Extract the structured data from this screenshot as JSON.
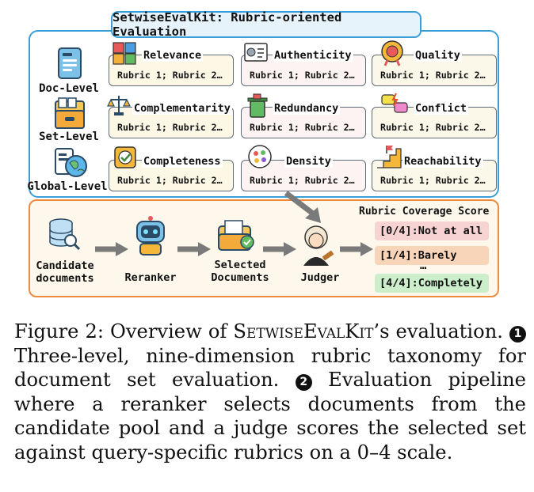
{
  "title": "SetwiseEvalKit: Rubric-oriented Evaluation",
  "levels": [
    {
      "label": "Doc-Level"
    },
    {
      "label": "Set-Level"
    },
    {
      "label": "Global-Level"
    }
  ],
  "dimensions": [
    {
      "name": "Relevance",
      "rubric": "Rubric 1; Rubric 2…",
      "icon": "puzzle-icon"
    },
    {
      "name": "Authenticity",
      "rubric": "Rubric 1; Rubric 2…",
      "icon": "certificate-icon"
    },
    {
      "name": "Quality",
      "rubric": "Rubric 1; Rubric 2…",
      "icon": "medal-icon"
    },
    {
      "name": "Complementarity",
      "rubric": "Rubric 1; Rubric 2…",
      "icon": "scales-icon"
    },
    {
      "name": "Redundancy",
      "rubric": "Rubric 1; Rubric 2…",
      "icon": "trash-icon"
    },
    {
      "name": "Conflict",
      "rubric": "Rubric 1; Rubric 2…",
      "icon": "conflict-icon"
    },
    {
      "name": "Completeness",
      "rubric": "Rubric 1; Rubric 2…",
      "icon": "checklist-icon"
    },
    {
      "name": "Density",
      "rubric": "Rubric 1; Rubric 2…",
      "icon": "dish-icon"
    },
    {
      "name": "Reachability",
      "rubric": "Rubric 1; Rubric 2…",
      "icon": "stairs-flag-icon"
    }
  ],
  "pipeline": {
    "candidate_line1": "Candidate",
    "candidate_line2": "documents",
    "reranker": "Reranker",
    "selected_line1": "Selected",
    "selected_line2": "Documents",
    "judger": "Judger"
  },
  "score": {
    "title": "Rubric Coverage Score",
    "items": [
      {
        "label": "[0/4]:Not at all",
        "color": "#f7d3d3"
      },
      {
        "label": "[1/4]:Barely",
        "color": "#f8d4b8"
      },
      {
        "label": "[4/4]:Completely",
        "color": "#cdeecb"
      }
    ],
    "ellipsis": "…"
  },
  "caption": {
    "fig_label": "Figure 2: Overview of ",
    "kit_name": "SetwiseEvalKit",
    "after_name": "’s evaluation.",
    "marker1": "1",
    "part1": " Three-level, nine-dimension rubric taxonomy for document set evaluation. ",
    "marker2": "2",
    "part2": " Evaluation pipeline where a reranker selects documents from the candidate pool and a judge scores the selected set against query-specific rubrics on a 0–4 scale."
  },
  "colors": {
    "top_border": "#3a9fd8",
    "bottom_border": "#ee8a3a",
    "arrow": "#7a7a7a"
  }
}
